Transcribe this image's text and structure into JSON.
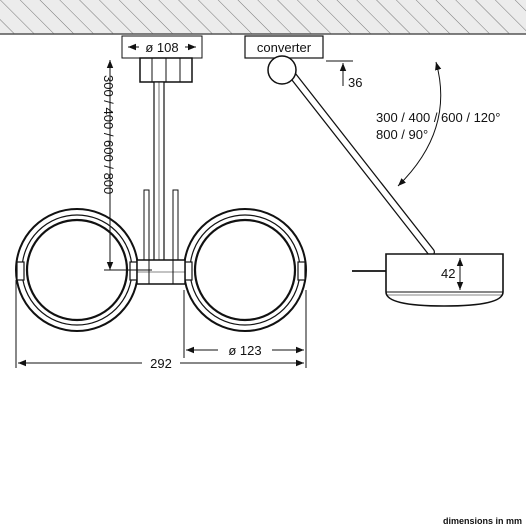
{
  "labels": {
    "canopy_diameter": "ø 108",
    "converter": "converter",
    "ceiling_offset": "36",
    "rod_lengths": "300 / 400 / 600 / 800",
    "arm_lengths_line1": "300 / 400 / 600 / 120°",
    "arm_lengths_line2": "800 / 90°",
    "head_height": "42",
    "head_diameter": "ø 123",
    "overall_width": "292",
    "units_note": "dimensions in mm"
  },
  "colors": {
    "line": "#111111",
    "ceiling": "#e8e8e8",
    "background": "#ffffff"
  }
}
